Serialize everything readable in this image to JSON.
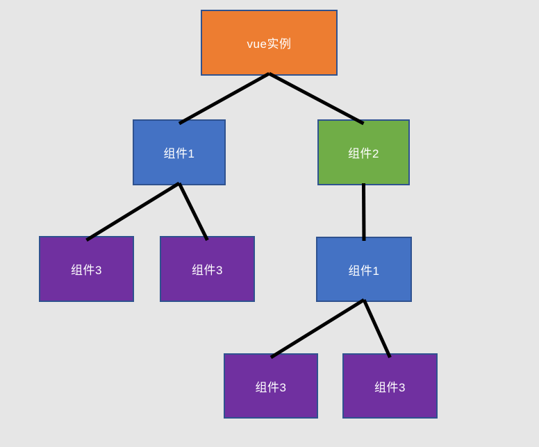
{
  "colors": {
    "background": "#E6E6E6",
    "border": "#2F528F",
    "edge": "#000000",
    "text": "#FFFFFF",
    "orange": "#ED7D31",
    "blue": "#4472C4",
    "green": "#70AD47",
    "purple": "#7030A0"
  },
  "nodes": [
    {
      "id": "vue-instance",
      "label": "vue实例",
      "fill": "#ED7D31"
    },
    {
      "id": "component-1-left",
      "label": "组件1",
      "fill": "#4472C4"
    },
    {
      "id": "component-2",
      "label": "组件2",
      "fill": "#70AD47"
    },
    {
      "id": "component-3-a",
      "label": "组件3",
      "fill": "#7030A0"
    },
    {
      "id": "component-3-b",
      "label": "组件3",
      "fill": "#7030A0"
    },
    {
      "id": "component-1-right",
      "label": "组件1",
      "fill": "#4472C4"
    },
    {
      "id": "component-3-c",
      "label": "组件3",
      "fill": "#7030A0"
    },
    {
      "id": "component-3-d",
      "label": "组件3",
      "fill": "#7030A0"
    }
  ],
  "edges": [
    [
      0,
      1
    ],
    [
      0,
      2
    ],
    [
      1,
      3
    ],
    [
      1,
      4
    ],
    [
      2,
      5
    ],
    [
      5,
      6
    ],
    [
      5,
      7
    ]
  ],
  "edge_stroke_width": 5
}
